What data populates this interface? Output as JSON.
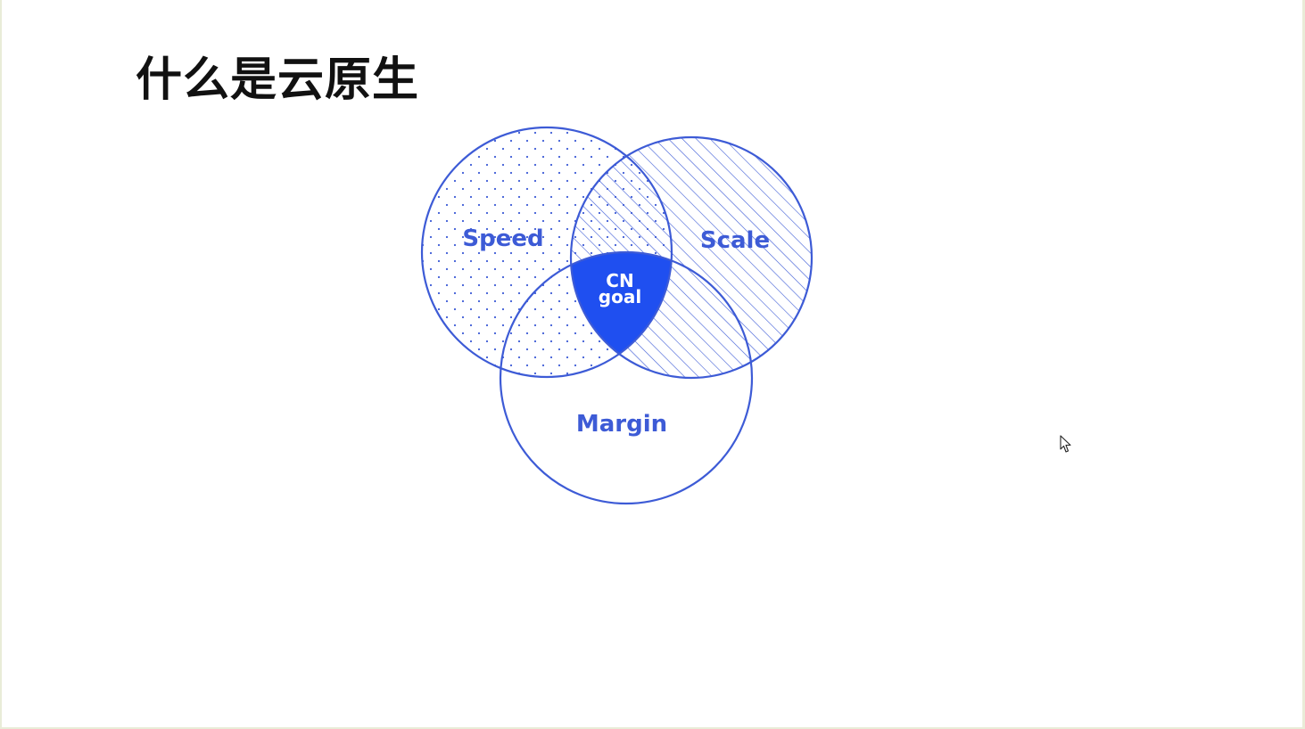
{
  "slide": {
    "title": "什么是云原生"
  },
  "diagram": {
    "type": "venn",
    "sets": [
      {
        "id": "speed",
        "label": "Speed",
        "fill": "dots"
      },
      {
        "id": "scale",
        "label": "Scale",
        "fill": "hatch"
      },
      {
        "id": "margin",
        "label": "Margin",
        "fill": "none"
      }
    ],
    "intersection": {
      "label_line1": "CN",
      "label_line2": "goal"
    },
    "colors": {
      "stroke": "#3d5bd6",
      "intersection_fill": "#1f4ff0",
      "text": "#3d5bd6"
    }
  }
}
